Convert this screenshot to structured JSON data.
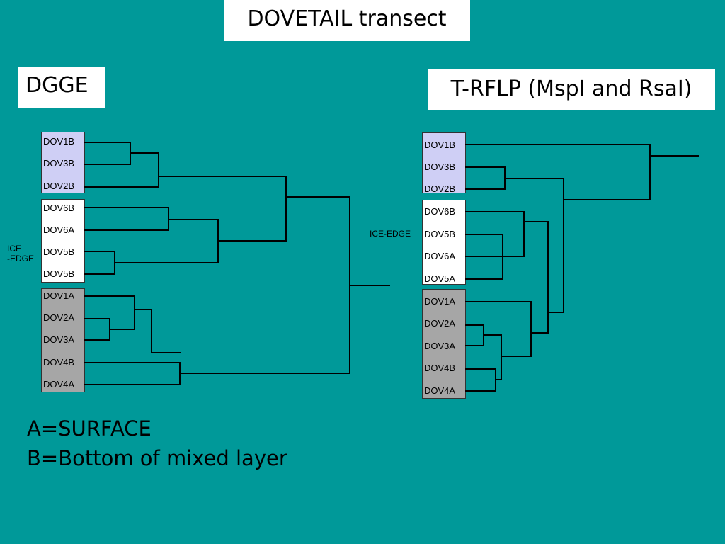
{
  "title": "DOVETAIL transect",
  "dgge": {
    "heading": "DGGE",
    "side_label_line1": "ICE",
    "side_label_line2": "-EDGE",
    "labels": [
      "DOV1B",
      "DOV3B",
      "DOV2B",
      "DOV6B",
      "DOV6A",
      "DOV5B",
      "DOV5B",
      "DOV1A",
      "DOV2A",
      "DOV3A",
      "DOV4B",
      "DOV4A"
    ]
  },
  "trflp": {
    "heading": "T-RFLP (MspI and RsaI)",
    "side_label": "ICE-EDGE",
    "labels": [
      "DOV1B",
      "DOV3B",
      "DOV2B",
      "DOV6B",
      "DOV5B",
      "DOV6A",
      "DOV5A",
      "DOV1A",
      "DOV2A",
      "DOV3A",
      "DOV4B",
      "DOV4A"
    ]
  },
  "legend": {
    "line1": "A=SURFACE",
    "line2": "B=Bottom of mixed layer"
  },
  "colors": {
    "background": "#009999",
    "group_bottom": "#cfcff5",
    "group_ice_edge": "#ffffff",
    "group_surface": "#a6a6a6"
  }
}
